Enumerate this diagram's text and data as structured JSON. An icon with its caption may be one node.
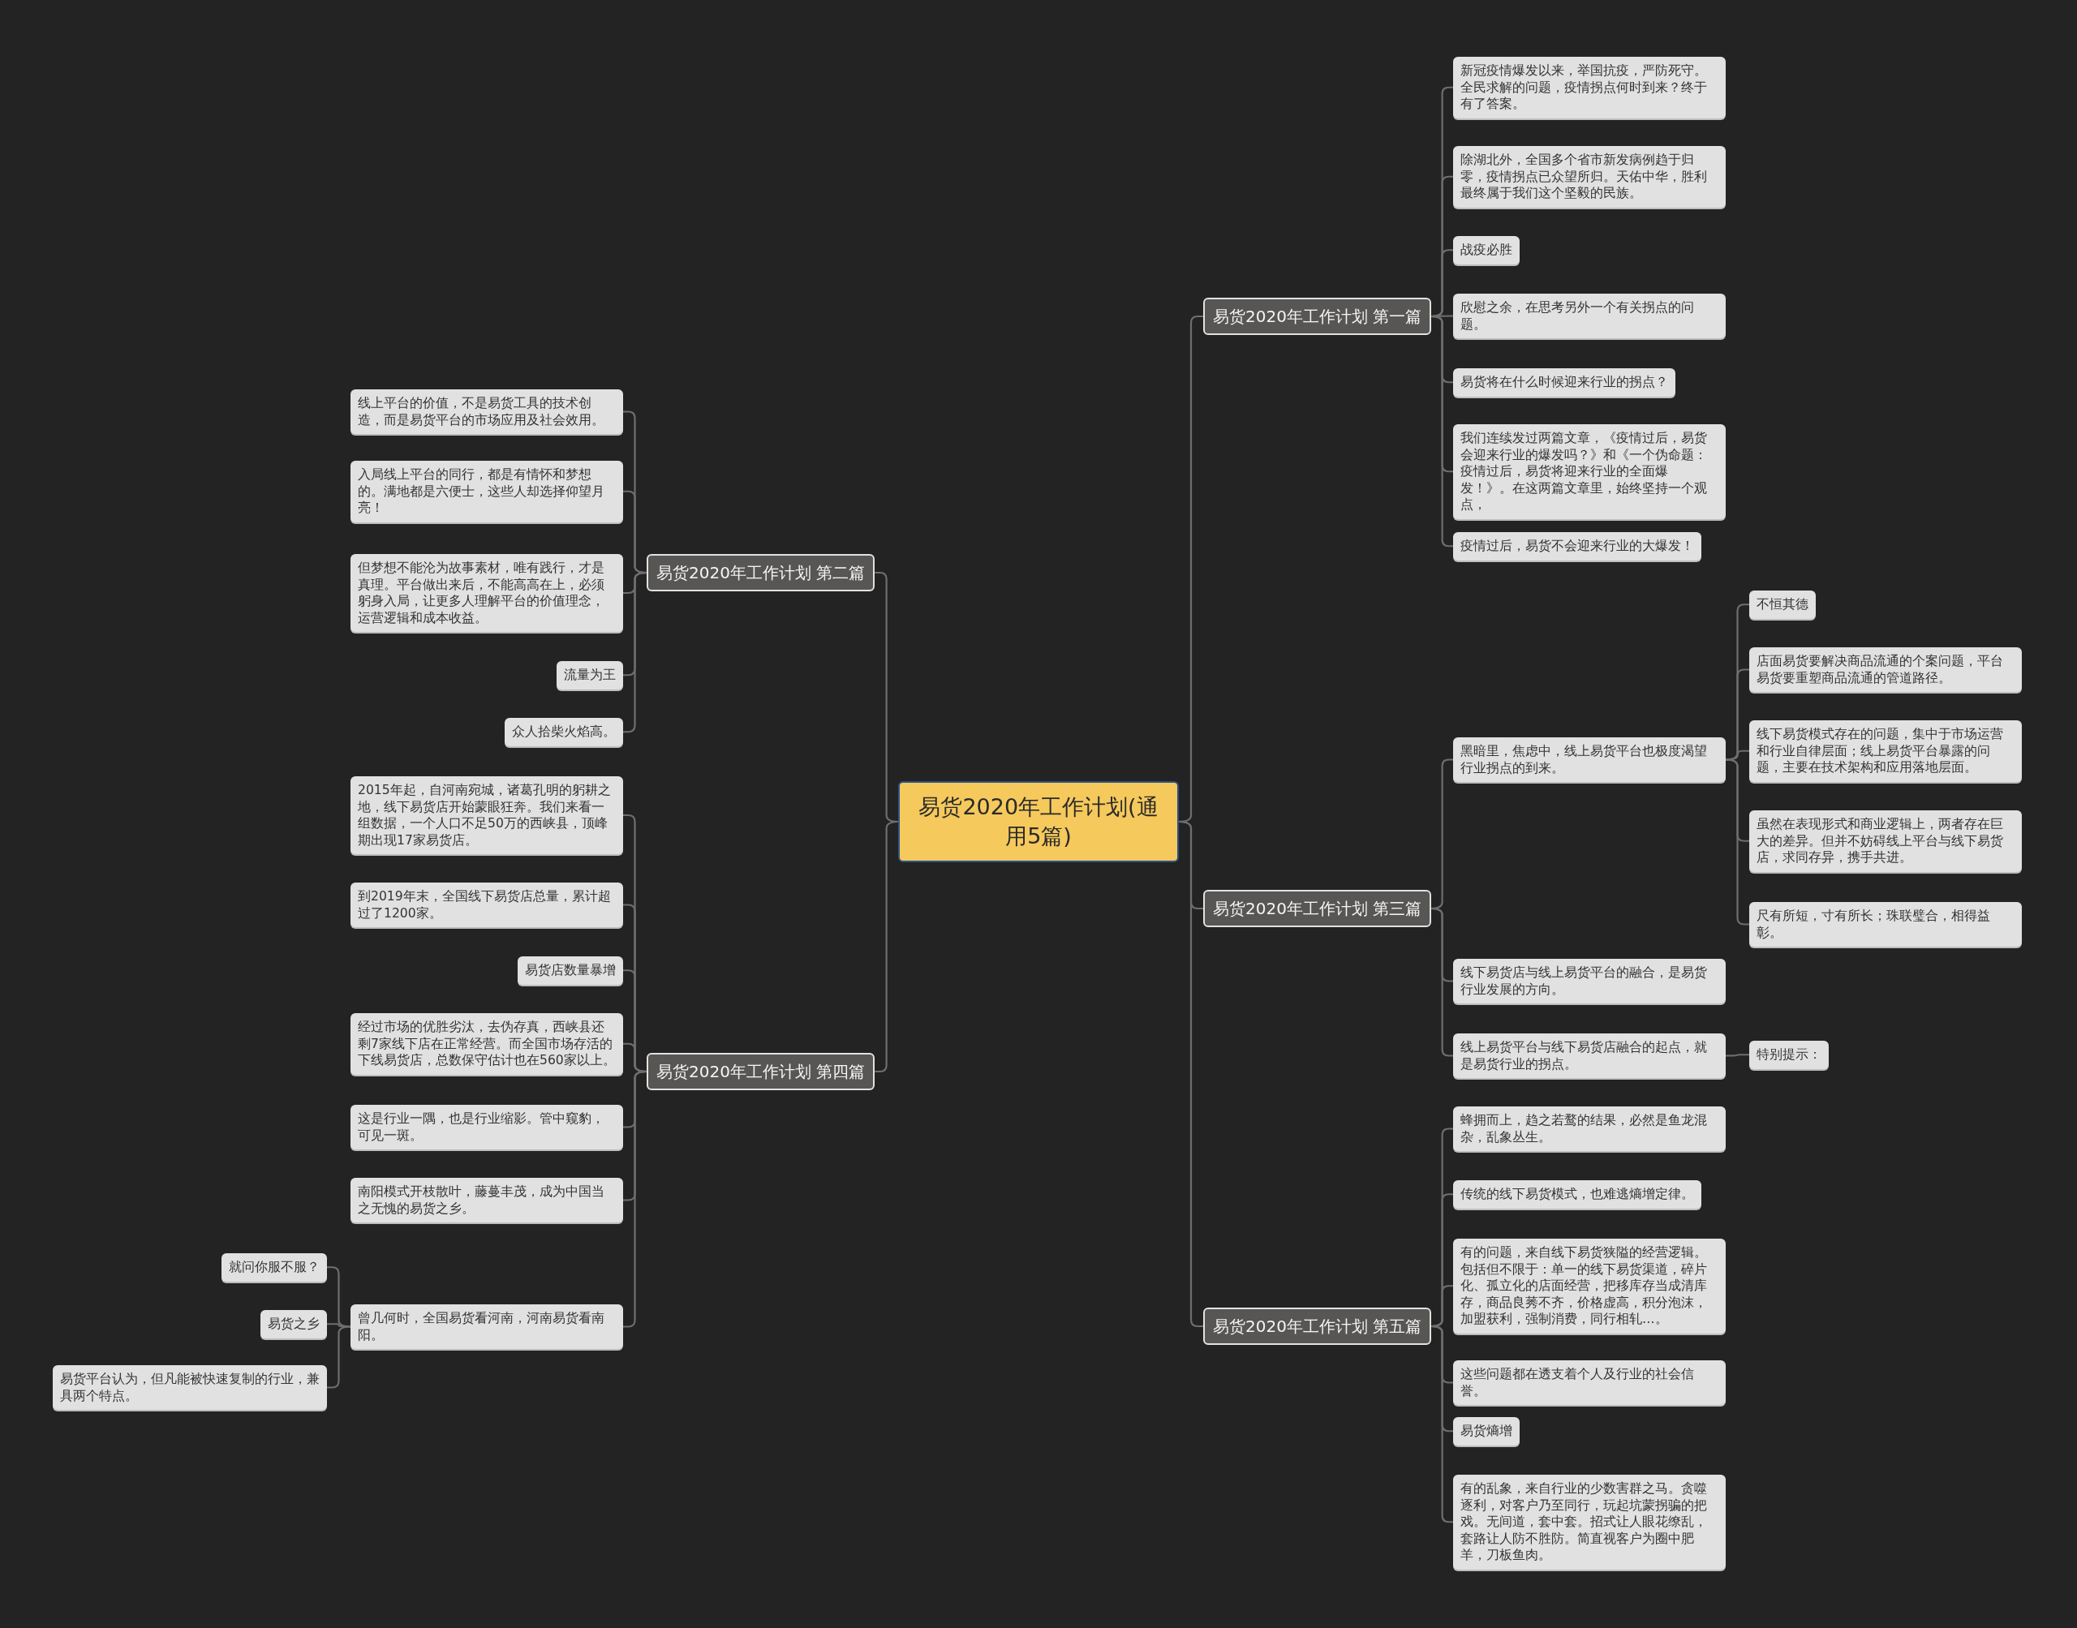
{
  "diagram": {
    "nodes": [
      {
        "text": [
          "易货2020年工作计划(通用5篇)"
        ]
      },
      {
        "text": [
          "易货2020年工作计划 第一篇"
        ]
      },
      {
        "text": [
          "新冠疫情爆发以来，举国抗疫，严防死守。全民求解的问题，疫情拐点何时到来？终于有了答案。"
        ]
      },
      {
        "text": [
          "除湖北外，全国多个省市新发病例趋于归零，疫情拐点已众望所归。天佑中华，胜利最终属于我们这个坚毅的民族。"
        ]
      },
      {
        "text": [
          "战疫必胜"
        ]
      },
      {
        "text": [
          "欣慰之余，在思考另外一个有关拐点的问题。"
        ]
      },
      {
        "text": [
          "易货将在什么时候迎来行业的拐点？"
        ]
      },
      {
        "text": [
          "我们连续发过两篇文章，《疫情过后，易货会迎来行业的爆发吗？》和《一个伪命题：疫情过后，易货将迎来行业的全面爆发！》。在这两篇文章里，始终坚持一个观点，"
        ]
      },
      {
        "text": [
          "疫情过后，易货不会迎来行业的大爆发！"
        ]
      },
      {
        "text": [
          "易货2020年工作计划 第三篇"
        ]
      },
      {
        "text": [
          "黑暗里，焦虑中，线上易货平台也极度渴望行业拐点的到来。"
        ]
      },
      {
        "text": [
          "不恒其德"
        ]
      },
      {
        "text": [
          "店面易货要解决商品流通的个案问题，平台易货要重塑商品流通的管道路径。"
        ]
      },
      {
        "text": [
          "线下易货模式存在的问题，集中于市场运营和行业自律层面；线上易货平台暴露的问题，主要在技术架构和应用落地层面。"
        ]
      },
      {
        "text": [
          "虽然在表现形式和商业逻辑上，两者存在巨大的差异。但并不妨碍线上平台与线下易货店，求同存异，携手共进。"
        ]
      },
      {
        "text": [
          "尺有所短，寸有所长；珠联璧合，相得益彰。"
        ]
      },
      {
        "text": [
          "线下易货店与线上易货平台的融合，是易货行业发展的方向。"
        ]
      },
      {
        "text": [
          "线上易货平台与线下易货店融合的起点，就是易货行业的拐点。"
        ]
      },
      {
        "text": [
          "特别提示："
        ]
      },
      {
        "text": [
          "易货2020年工作计划 第五篇"
        ]
      },
      {
        "text": [
          "蜂拥而上，趋之若鹜的结果，必然是鱼龙混杂，乱象丛生。"
        ]
      },
      {
        "text": [
          "传统的线下易货模式，也难逃熵增定律。"
        ]
      },
      {
        "text": [
          "有的问题，来自线下易货狭隘的经营逻辑。包括但不限于：单一的线下易货渠道，碎片化、孤立化的店面经营，把移库存当成清库存，商品良莠不齐，价格虚高，积分泡沫，加盟获利，强制消费，同行相轧…。"
        ]
      },
      {
        "text": [
          "这些问题都在透支着个人及行业的社会信誉。"
        ]
      },
      {
        "text": [
          "易货熵增"
        ]
      },
      {
        "text": [
          "有的乱象，来自行业的少数害群之马。贪噬逐利，对客户乃至同行，玩起坑蒙拐骗的把戏。无间道，套中套。招式让人眼花缭乱，套路让人防不胜防。简直视客户为圈中肥羊，刀板鱼肉。"
        ]
      },
      {
        "text": [
          "易货2020年工作计划 第二篇"
        ]
      },
      {
        "text": [
          "线上平台的价值，不是易货工具的技术创造，而是易货平台的市场应用及社会效用。"
        ]
      },
      {
        "text": [
          "入局线上平台的同行，都是有情怀和梦想的。满地都是六便士，这些人却选择仰望月亮！"
        ]
      },
      {
        "text": [
          "但梦想不能沦为故事素材，唯有践行，才是真理。平台做出来后，不能高高在上，必须躬身入局，让更多人理解平台的价值理念，运营逻辑和成本收益。"
        ]
      },
      {
        "text": [
          "流量为王"
        ]
      },
      {
        "text": [
          "众人拾柴火焰高。"
        ]
      },
      {
        "text": [
          "易货2020年工作计划 第四篇"
        ]
      },
      {
        "text": [
          "2015年起，自河南宛城，诸葛孔明的躬耕之地，线下易货店开始蒙眼狂奔。我们来看一组数据，一个人口不足50万的西峡县，顶峰期出现17家易货店。"
        ]
      },
      {
        "text": [
          "到2019年末，全国线下易货店总量，累计超过了1200家。"
        ]
      },
      {
        "text": [
          "易货店数量暴增"
        ]
      },
      {
        "text": [
          "经过市场的优胜劣汰，去伪存真，西峡县还剩7家线下店在正常经营。而全国市场存活的下线易货店，总数保守估计也在560家以上。"
        ]
      },
      {
        "text": [
          "这是行业一隅，也是行业缩影。管中窥豹，可见一斑。"
        ]
      },
      {
        "text": [
          "南阳模式开枝散叶，藤蔓丰茂，成为中国当之无愧的易货之乡。"
        ]
      },
      {
        "text": [
          "曾几何时，全国易货看河南，河南易货看南阳。"
        ]
      },
      {
        "text": [
          "就问你服不服？"
        ]
      },
      {
        "text": [
          "易货之乡"
        ]
      },
      {
        "text": [
          "易货平台认为，但凡能被快速复制的行业，兼具两个特点。"
        ]
      }
    ],
    "edges": [
      {
        "from": 0,
        "to": 1,
        "arrow": "none"
      },
      {
        "from": 0,
        "to": 9,
        "arrow": "none"
      },
      {
        "from": 0,
        "to": 19,
        "arrow": "none"
      },
      {
        "from": 0,
        "to": 26,
        "arrow": "none"
      },
      {
        "from": 0,
        "to": 32,
        "arrow": "none"
      },
      {
        "from": 1,
        "to": 2,
        "arrow": "none"
      },
      {
        "from": 1,
        "to": 3,
        "arrow": "none"
      },
      {
        "from": 1,
        "to": 4,
        "arrow": "none"
      },
      {
        "from": 1,
        "to": 5,
        "arrow": "none"
      },
      {
        "from": 1,
        "to": 6,
        "arrow": "none"
      },
      {
        "from": 1,
        "to": 7,
        "arrow": "none"
      },
      {
        "from": 1,
        "to": 8,
        "arrow": "none"
      },
      {
        "from": 9,
        "to": 10,
        "arrow": "none"
      },
      {
        "from": 9,
        "to": 16,
        "arrow": "none"
      },
      {
        "from": 9,
        "to": 17,
        "arrow": "none"
      },
      {
        "from": 10,
        "to": 11,
        "arrow": "none"
      },
      {
        "from": 10,
        "to": 12,
        "arrow": "none"
      },
      {
        "from": 10,
        "to": 13,
        "arrow": "none"
      },
      {
        "from": 10,
        "to": 14,
        "arrow": "none"
      },
      {
        "from": 10,
        "to": 15,
        "arrow": "none"
      },
      {
        "from": 17,
        "to": 18,
        "arrow": "none"
      },
      {
        "from": 19,
        "to": 20,
        "arrow": "none"
      },
      {
        "from": 19,
        "to": 21,
        "arrow": "none"
      },
      {
        "from": 19,
        "to": 22,
        "arrow": "none"
      },
      {
        "from": 19,
        "to": 23,
        "arrow": "none"
      },
      {
        "from": 19,
        "to": 24,
        "arrow": "none"
      },
      {
        "from": 19,
        "to": 25,
        "arrow": "none"
      },
      {
        "from": 26,
        "to": 27,
        "arrow": "none"
      },
      {
        "from": 26,
        "to": 28,
        "arrow": "none"
      },
      {
        "from": 26,
        "to": 29,
        "arrow": "none"
      },
      {
        "from": 26,
        "to": 30,
        "arrow": "none"
      },
      {
        "from": 26,
        "to": 31,
        "arrow": "none"
      },
      {
        "from": 32,
        "to": 33,
        "arrow": "none"
      },
      {
        "from": 32,
        "to": 34,
        "arrow": "none"
      },
      {
        "from": 32,
        "to": 35,
        "arrow": "none"
      },
      {
        "from": 32,
        "to": 36,
        "arrow": "none"
      },
      {
        "from": 32,
        "to": 37,
        "arrow": "none"
      },
      {
        "from": 32,
        "to": 38,
        "arrow": "none"
      },
      {
        "from": 32,
        "to": 39,
        "arrow": "none"
      },
      {
        "from": 39,
        "to": 40,
        "arrow": "none"
      },
      {
        "from": 39,
        "to": 41,
        "arrow": "none"
      },
      {
        "from": 39,
        "to": 42,
        "arrow": "none"
      }
    ]
  }
}
